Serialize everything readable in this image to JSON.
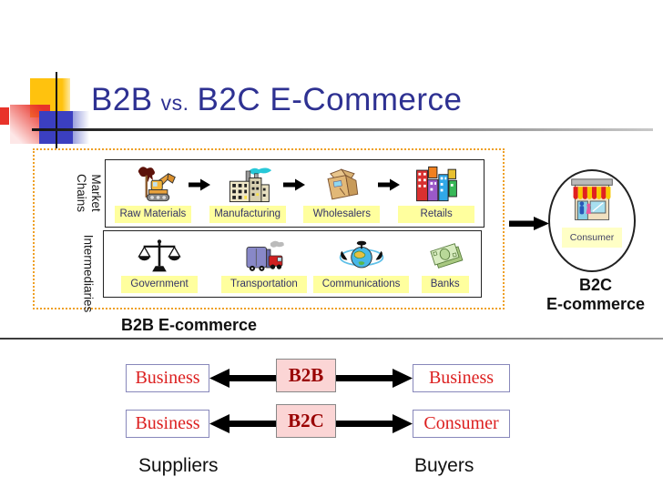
{
  "title": {
    "b2b": "B2B",
    "vs": "vs.",
    "rest": "B2C E-Commerce"
  },
  "chain_section": {
    "market_chains_line1": "Market",
    "market_chains_line2": "Chains",
    "intermediaries_label": "Intermediaries",
    "chain_items": [
      "Raw Materials",
      "Manufacturing",
      "Wholesalers",
      "Retails"
    ],
    "intermediary_items": [
      "Government",
      "Transportation",
      "Communications",
      "Banks"
    ],
    "b2b_caption": "B2B E-commerce"
  },
  "consumer_section": {
    "consumer_label": "Consumer",
    "b2c_caption_line1": "B2C",
    "b2c_caption_line2": "E-commerce"
  },
  "relations": {
    "rows": [
      {
        "left": "Business",
        "center": "B2B",
        "right": "Business"
      },
      {
        "left": "Business",
        "center": "B2C",
        "right": "Consumer"
      }
    ],
    "suppliers_label": "Suppliers",
    "buyers_label": "Buyers"
  },
  "icons": {
    "chain": [
      "excavator-icon",
      "factory-icon",
      "package-box-icon",
      "retail-buildings-icon"
    ],
    "intermediaries": [
      "scales-icon",
      "truck-icon",
      "globe-satellite-icon",
      "banknote-icon"
    ],
    "consumer": "storefront-icon",
    "arrows": [
      "right-arrow-icon",
      "left-arrow-icon",
      "to-consumer-arrow-icon"
    ]
  },
  "colors": {
    "title_navy": "#2E3192",
    "label_yellow": "#FFFF9E",
    "consumer_label_yellow": "#FFFFC6",
    "label_text_navy": "#333366",
    "dashed_orange": "#EFA023",
    "pink_box": "#FBD5D5",
    "red_text": "#DC2020",
    "dark_red_text": "#990000",
    "square_yellow": "#FFC20E",
    "square_blue": "#3B3FC0",
    "square_red": "#E8332A"
  }
}
